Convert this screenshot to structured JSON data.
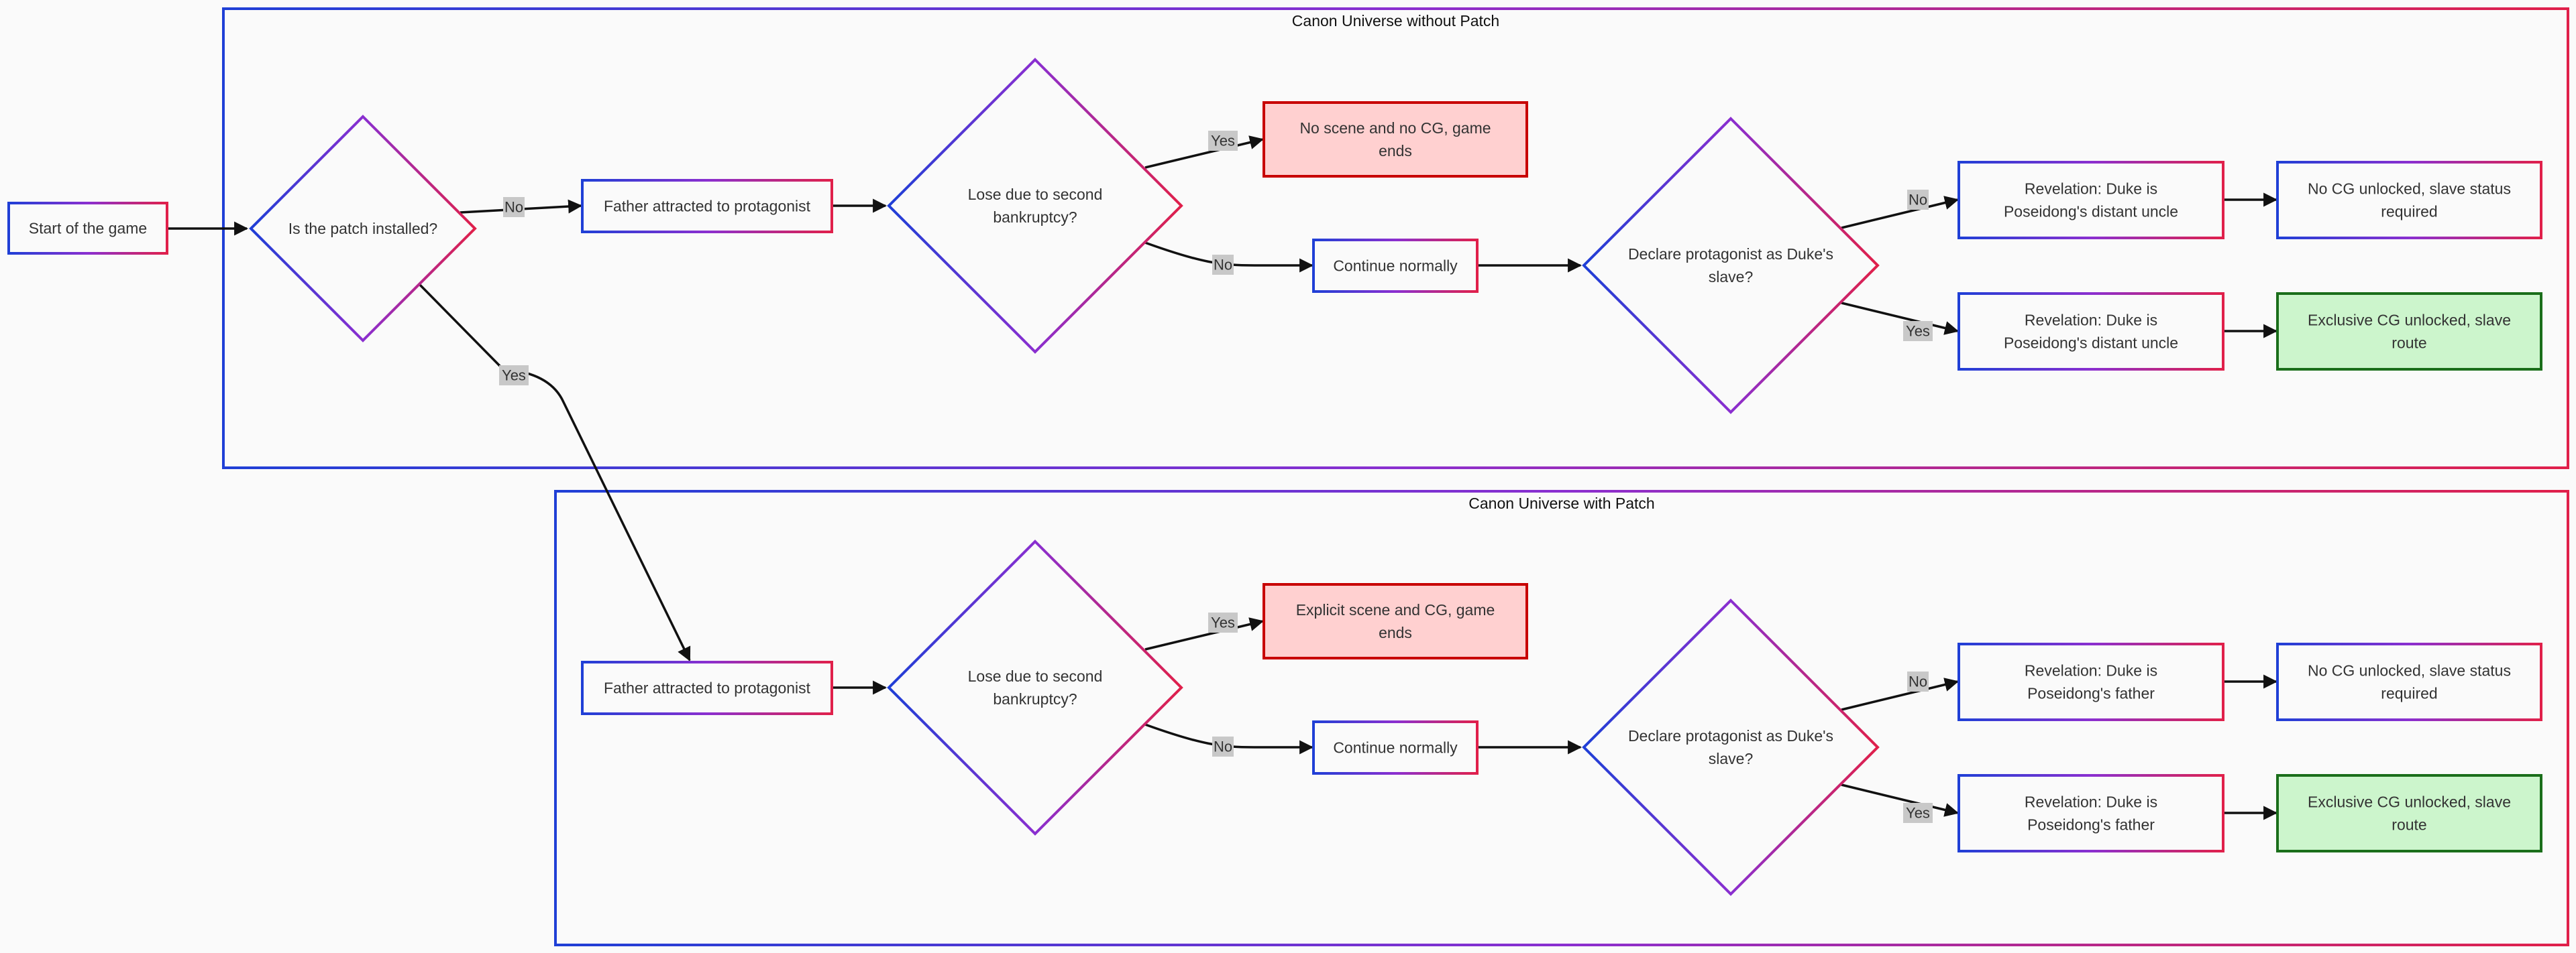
{
  "colors": {
    "gradient_start": "#1f3fd6",
    "gradient_end": "#e0204a",
    "background": "#fafafa",
    "edge": "#111111",
    "edge_label_bg": "#c8c8c8",
    "end_red_fill": "#ffd0d0",
    "end_red_stroke": "#c80000",
    "end_green_fill": "#ccf5cc",
    "end_green_stroke": "#1a6e1a"
  },
  "start": {
    "label": "Start of the game"
  },
  "clusters": [
    {
      "title": "Canon Universe without Patch",
      "nodes": {
        "patch_question": "Is the patch installed?",
        "father_attracted": "Father attracted to protagonist",
        "lose_question": "Lose due to second bankruptcy?",
        "lose_ending": "No scene and no CG, game ends",
        "continue": "Continue normally",
        "declare_question": "Declare protagonist as Duke's slave?",
        "revelation_no": "Revelation: Duke is Poseidong's distant uncle",
        "revelation_yes": "Revelation: Duke is Poseidong's distant uncle",
        "outcome_no": "No CG unlocked, slave status required",
        "outcome_yes": "Exclusive CG unlocked, slave route"
      }
    },
    {
      "title": "Canon Universe with Patch",
      "nodes": {
        "father_attracted": "Father attracted to protagonist",
        "lose_question": "Lose due to second bankruptcy?",
        "lose_ending": "Explicit scene and CG, game ends",
        "continue": "Continue normally",
        "declare_question": "Declare protagonist as Duke's slave?",
        "revelation_no": "Revelation: Duke is Poseidong's father",
        "revelation_yes": "Revelation: Duke is Poseidong's father",
        "outcome_no": "No CG unlocked, slave status required",
        "outcome_yes": "Exclusive CG unlocked, slave route"
      }
    }
  ],
  "edge_labels": {
    "yes": "Yes",
    "no": "No"
  }
}
